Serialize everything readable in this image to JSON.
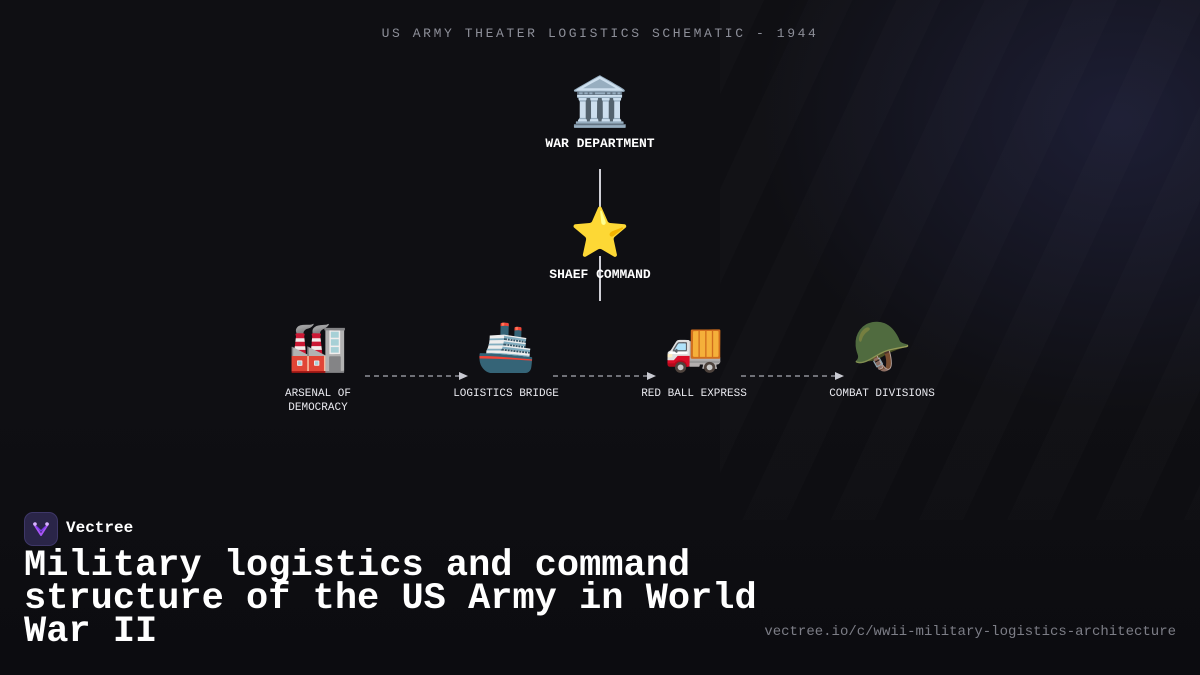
{
  "diagram": {
    "title": "US ARMY THEATER LOGISTICS SCHEMATIC - 1944",
    "command_chain": [
      {
        "icon": "classical-building-icon",
        "glyph": "🏛️",
        "label": "WAR DEPARTMENT"
      },
      {
        "icon": "star-icon",
        "glyph": "⭐",
        "label": "SHAEF COMMAND"
      }
    ],
    "flow": [
      {
        "icon": "factory-icon",
        "glyph": "🏭",
        "label": "ARSENAL OF DEMOCRACY"
      },
      {
        "icon": "ship-icon",
        "glyph": "🚢",
        "label": "LOGISTICS BRIDGE"
      },
      {
        "icon": "truck-icon",
        "glyph": "🚚",
        "label": "RED BALL EXPRESS"
      },
      {
        "icon": "military-helmet-icon",
        "glyph": "🪖",
        "label": "COMBAT DIVISIONS"
      }
    ]
  },
  "footer": {
    "brand": "Vectree",
    "headline": "Military logistics and command structure of the US Army in World War II",
    "url": "vectree.io/c/wwii-military-logistics-architecture"
  },
  "colors": {
    "background": "#0f0f13",
    "title_text": "#8d8f99",
    "connector": "#cfcfd6",
    "brand_accent": "#8b5cf6"
  }
}
